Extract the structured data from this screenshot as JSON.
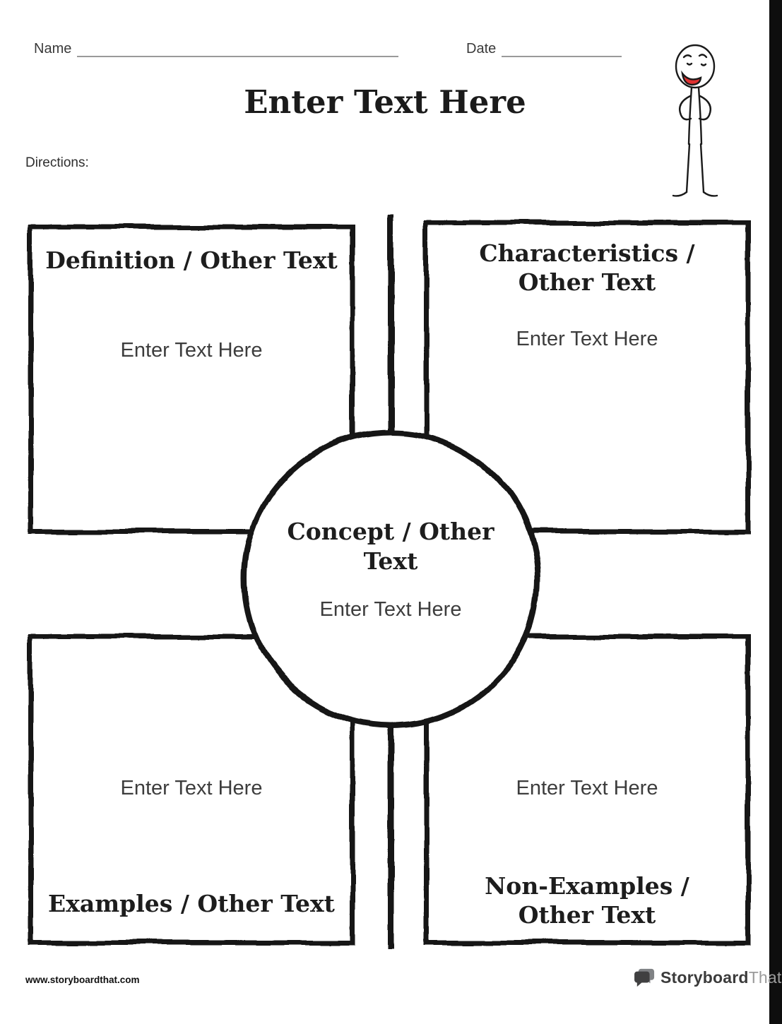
{
  "header": {
    "name_label": "Name",
    "date_label": "Date",
    "title": "Enter Text Here",
    "directions_label": "Directions:"
  },
  "boxes": {
    "definition": {
      "title": "Definition / Other Text",
      "body": "Enter Text Here"
    },
    "characteristics": {
      "title": "Characteristics / Other Text",
      "body": "Enter Text Here"
    },
    "examples": {
      "title": "Examples / Other Text",
      "body": "Enter Text Here"
    },
    "non_examples": {
      "title": "Non-Examples / Other Text",
      "body": "Enter Text Here"
    }
  },
  "center_circle": {
    "title": "Concept / Other Text",
    "body": "Enter Text Here"
  },
  "footer": {
    "site_url": "www.storyboardthat.com",
    "logo_bold": "Storyboard",
    "logo_light": "That"
  },
  "colors": {
    "ink": "#141414",
    "body_text": "#3d3d3d",
    "mouth_red": "#e03131",
    "logo_dark": "#3b3b3b",
    "logo_light": "#9b9b9b"
  }
}
